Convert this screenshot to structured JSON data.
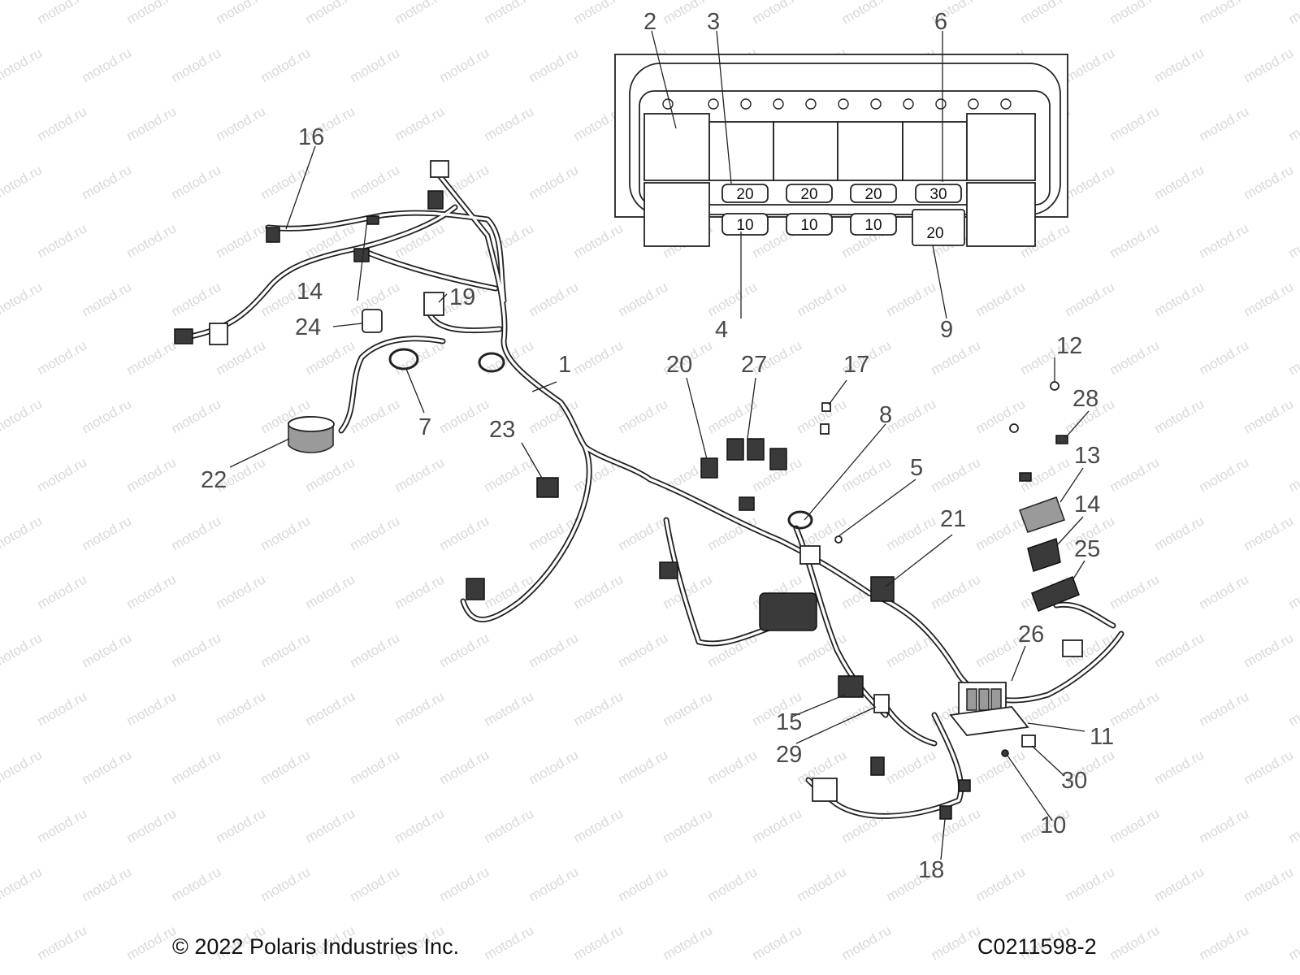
{
  "watermark": "motod.ru",
  "inset": {
    "fuses_top": [
      "20",
      "20",
      "20",
      "30"
    ],
    "fuses_bottom": [
      "10",
      "10",
      "10"
    ],
    "fuse_large": "20"
  },
  "callouts": {
    "c1": "1",
    "c2": "2",
    "c3": "3",
    "c4": "4",
    "c5": "5",
    "c6": "6",
    "c7": "7",
    "c8": "8",
    "c9": "9",
    "c10": "10",
    "c11": "11",
    "c12": "12",
    "c13": "13",
    "c14a": "14",
    "c14b": "14",
    "c15": "15",
    "c16": "16",
    "c17": "17",
    "c18": "18",
    "c19": "19",
    "c20": "20",
    "c21": "21",
    "c22": "22",
    "c23": "23",
    "c24": "24",
    "c25": "25",
    "c26": "26",
    "c27": "27",
    "c28": "28",
    "c29": "29",
    "c30": "30"
  },
  "footer": {
    "copyright": "© 2022 Polaris Industries Inc.",
    "drawing_id": "C0211598-2"
  },
  "colors": {
    "line": "#222222",
    "callout": "#4a4a4a",
    "watermark": "#d9d9d9"
  }
}
